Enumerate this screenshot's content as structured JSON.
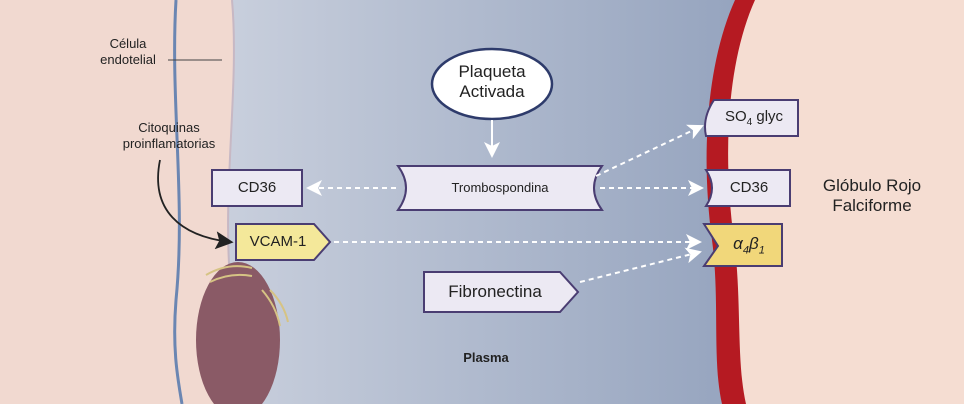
{
  "labels": {
    "endothelial_cell": "Célula endotelial",
    "cytokines": "Citoquinas proinflamatorias",
    "activated_platelet": "Plaqueta Activada",
    "thrombospondin": "Trombospondina",
    "cd36_endothelial": "CD36",
    "vcam1": "VCAM-1",
    "fibronectin": "Fibronectina",
    "so4_base": "SO",
    "so4_sub": "4",
    "so4_rest": " glyc",
    "cd36_rbc": "CD36",
    "integrin_alpha": "α",
    "integrin_alpha_sub": "4",
    "integrin_beta": "β",
    "integrin_beta_sub": "1",
    "sickle_rbc": "Glóbulo Rojo Falciforme",
    "plasma": "Plasma"
  },
  "colors": {
    "plasma_left": "#dfe2ea",
    "plasma_right": "#7f91b1",
    "endothelium": "#f1d9d0",
    "rbc_membrane": "#b51a22",
    "rbc_interior": "#f5ddd2",
    "nucleus": "#8a5a66",
    "box_fill": "#ece9f3",
    "box_stroke": "#4a3d72",
    "vcam_fill": "#f4e89a",
    "integrin_fill": "#f1d77a"
  }
}
